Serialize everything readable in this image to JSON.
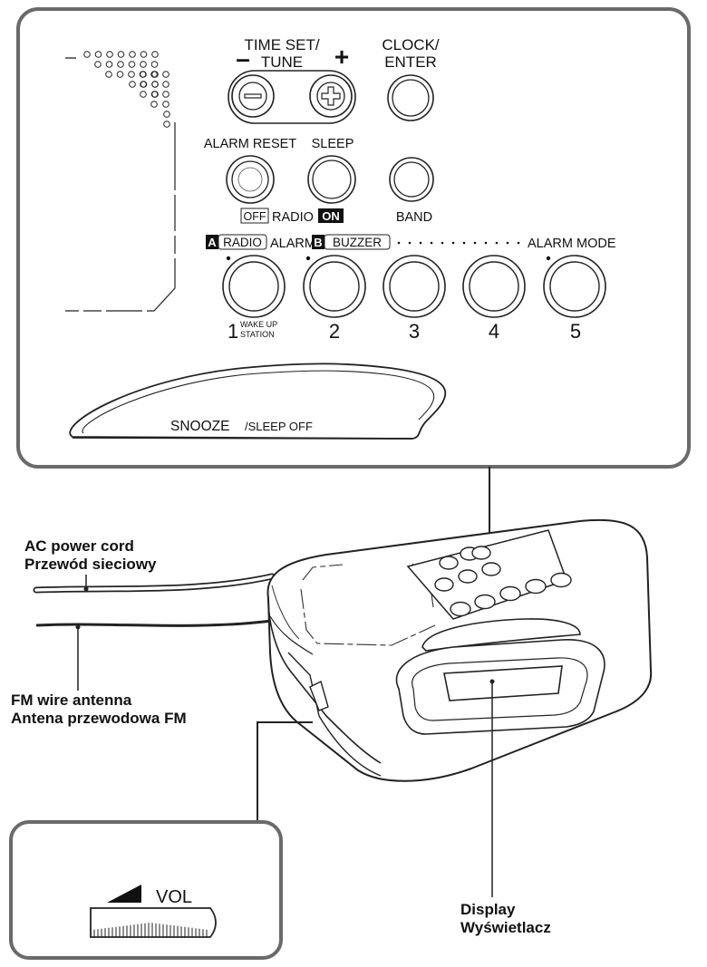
{
  "panel": {
    "time_set_label_1": "TIME SET/",
    "time_set_label_2": "TUNE",
    "minus_sign": "–",
    "plus_sign": "+",
    "clock_label_1": "CLOCK/",
    "clock_label_2": "ENTER",
    "alarm_reset_label": "ALARM RESET",
    "sleep_label": "SLEEP",
    "band_label": "BAND",
    "off_tag": "OFF",
    "radio_label": "RADIO",
    "on_tag": "ON",
    "a_tag": "A",
    "radio_tag": "RADIO",
    "alarm_label": "ALARM",
    "b_tag": "B",
    "buzzer_tag": "BUZZER",
    "alarm_mode_label": "ALARM MODE",
    "preset_numbers": [
      "1",
      "2",
      "3",
      "4",
      "5"
    ],
    "wake_up_label": "WAKE UP",
    "station_label": "STATION",
    "snooze_label": "SNOOZE",
    "sleep_off_label": "/SLEEP OFF"
  },
  "callouts": {
    "ac_power_en": "AC power cord",
    "ac_power_pl": "Przewód sieciowy",
    "fm_antenna_en": "FM wire antenna",
    "fm_antenna_pl": "Antena przewodowa FM",
    "display_en": "Display",
    "display_pl": "Wyświetlacz"
  },
  "vol_panel": {
    "vol_label": "VOL"
  }
}
